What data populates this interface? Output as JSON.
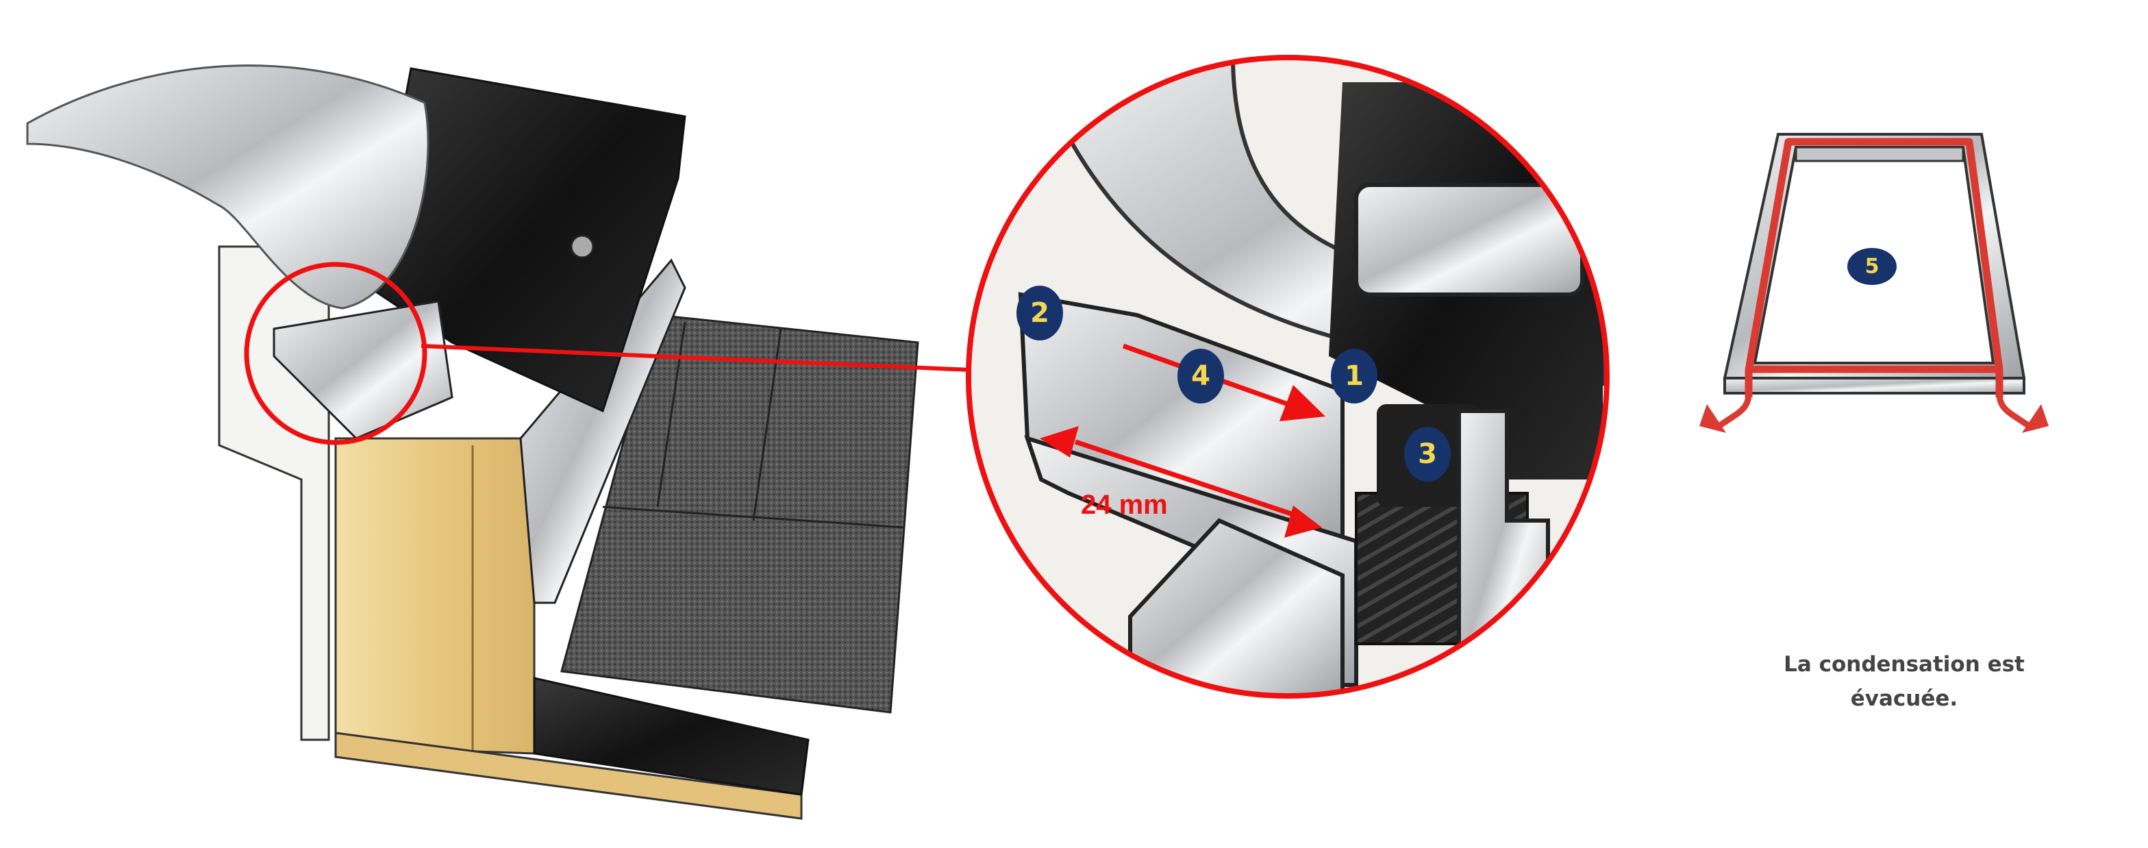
{
  "title": "Skylight upstand condensation drainage detail",
  "callouts": [
    {
      "number": "1"
    },
    {
      "number": "2"
    },
    {
      "number": "3"
    },
    {
      "number": "4"
    },
    {
      "number": "5"
    }
  ],
  "dimension_label": "24 mm",
  "caption_line1": "La condensation est",
  "caption_line2": "évacuée.",
  "colors": {
    "badge_fill": "#17336b",
    "badge_text": "#f5d651",
    "highlight_red": "#ee1111",
    "drain_path_red": "#d93a32",
    "caption_text": "#444444"
  }
}
